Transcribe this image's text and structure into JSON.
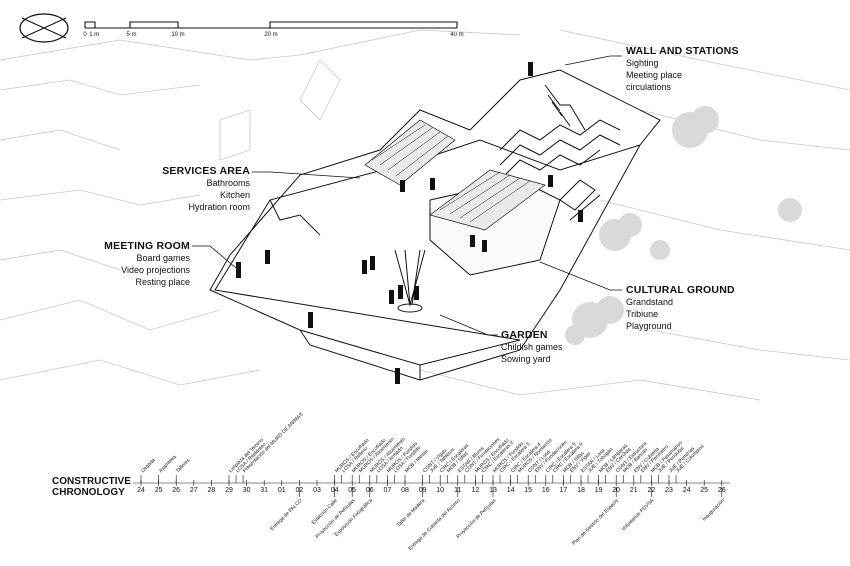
{
  "scale_bar": {
    "ticks": [
      {
        "label": "0",
        "pos": 0
      },
      {
        "label": "1 m",
        "pos": 1
      },
      {
        "label": "5 m",
        "pos": 5
      },
      {
        "label": "10 m",
        "pos": 10
      },
      {
        "label": "20 m",
        "pos": 20
      },
      {
        "label": "40 m",
        "pos": 40
      }
    ]
  },
  "labels": {
    "wall": {
      "title": "WALL AND STATIONS",
      "items": [
        "Sighting",
        "Meeting place",
        "circulations"
      ]
    },
    "services": {
      "title": "SERVICES AREA",
      "items": [
        "Bathrooms",
        "Kitchen",
        "Hydration room"
      ]
    },
    "meeting": {
      "title": "MEETING ROOM",
      "items": [
        "Board games",
        "Video projections",
        "Resting place"
      ]
    },
    "cultural": {
      "title": "CULTURAL GROUND",
      "items": [
        "Grandstand",
        "Tribiune",
        "Playground"
      ]
    },
    "garden": {
      "title": "GARDEN",
      "items": [
        "Childish games",
        "Sowing yard"
      ]
    }
  },
  "chronology": {
    "title_line1": "CONSTRUCTIVE",
    "title_line2": "CHRONOLOGY",
    "days": [
      "24",
      "25",
      "26",
      "27",
      "28",
      "29",
      "30",
      "31",
      "01",
      "02",
      "03",
      "04",
      "05",
      "06",
      "07",
      "08",
      "09",
      "10",
      "11",
      "12",
      "13",
      "14",
      "15",
      "16",
      "17",
      "18",
      "19",
      "20",
      "21",
      "22",
      "23",
      "24",
      "25",
      "26"
    ],
    "events_up": [
      {
        "day": 0,
        "text": "Llegada"
      },
      {
        "day": 1,
        "text": "Asamblea"
      },
      {
        "day": 2,
        "text": "Talleres"
      },
      {
        "day": 5,
        "text": "Limpieza del Terreno"
      },
      {
        "day": 5.4,
        "text": "LOSA / Replanteo"
      },
      {
        "day": 5.8,
        "text": "Presentación del MURO DE ANIMAS"
      },
      {
        "day": 11,
        "text": "MUROS / Encofrado"
      },
      {
        "day": 11.4,
        "text": "LOSA / Relleno"
      },
      {
        "day": 12,
        "text": "MUROS / Encofrado"
      },
      {
        "day": 12.4,
        "text": "MUROS / Alzamiento"
      },
      {
        "day": 13,
        "text": "MUROS / Alzamiento"
      },
      {
        "day": 13.4,
        "text": "LOSA / Armado"
      },
      {
        "day": 14,
        "text": "MUROS / Fundido"
      },
      {
        "day": 14.4,
        "text": "LOSA / Fundido"
      },
      {
        "day": 15,
        "text": "MOB / Mesas"
      },
      {
        "day": 16,
        "text": "CONT / Vigas"
      },
      {
        "day": 16.4,
        "text": "JUE / Tableros"
      },
      {
        "day": 17,
        "text": "CIRC / Escaleras"
      },
      {
        "day": 17.4,
        "text": "MOB / Sillas"
      },
      {
        "day": 18,
        "text": "ESTAR / Muros"
      },
      {
        "day": 18.4,
        "text": "CONT / Fundaciones"
      },
      {
        "day": 19,
        "text": "MUROS / Encofrado"
      },
      {
        "day": 19.4,
        "text": "CIRC / Escaleras 2"
      },
      {
        "day": 20,
        "text": "MUROS / Fundido"
      },
      {
        "day": 20.4,
        "text": "CIRC / Escalera 3"
      },
      {
        "day": 21,
        "text": "CIRC / Escalera 4"
      },
      {
        "day": 21.4,
        "text": "MUROS / Nivelación"
      },
      {
        "day": 22,
        "text": "CONT / Losa"
      },
      {
        "day": 22.4,
        "text": "ENV / Fundaciones"
      },
      {
        "day": 23,
        "text": "CIRC / Escalera 5"
      },
      {
        "day": 23.4,
        "text": "CIRC / Escalera 6"
      },
      {
        "day": 24,
        "text": "MOB / Sillas"
      },
      {
        "day": 24.4,
        "text": "ENV / Vigas"
      },
      {
        "day": 25,
        "text": "ESTAR / Losa"
      },
      {
        "day": 25.4,
        "text": "JUE / Tobogán"
      },
      {
        "day": 26,
        "text": "MOB / Lámparas"
      },
      {
        "day": 26.4,
        "text": "ENV / Cerchas"
      },
      {
        "day": 27,
        "text": "CONT / Estructura"
      },
      {
        "day": 27.4,
        "text": "MOB / Bancas"
      },
      {
        "day": 28,
        "text": "ENV / Cubierta"
      },
      {
        "day": 28.4,
        "text": "ENV / Perímetro"
      },
      {
        "day": 29,
        "text": "MOB / Pasamanos"
      },
      {
        "day": 29.4,
        "text": "JUE / Pendolas"
      },
      {
        "day": 30,
        "text": "JUE / Porterías"
      },
      {
        "day": 30.4,
        "text": "JUE / Columpios"
      }
    ],
    "events_down": [
      {
        "day": 9,
        "text": "Entrega de PALCO"
      },
      {
        "day": 11,
        "text": "Estarción Calle"
      },
      {
        "day": 12,
        "text": "Proyección de Películas"
      },
      {
        "day": 13,
        "text": "Exposición Fotográfica"
      },
      {
        "day": 16,
        "text": "Taller de Madera"
      },
      {
        "day": 18,
        "text": "Entrega de Cubierta del Acceso"
      },
      {
        "day": 20,
        "text": "Proyección de Películas"
      },
      {
        "day": 27,
        "text": "Plan de Gestión del Espacio"
      },
      {
        "day": 29,
        "text": "Voluntarios PDVSA"
      },
      {
        "day": 33,
        "text": "Inauguración"
      }
    ]
  }
}
